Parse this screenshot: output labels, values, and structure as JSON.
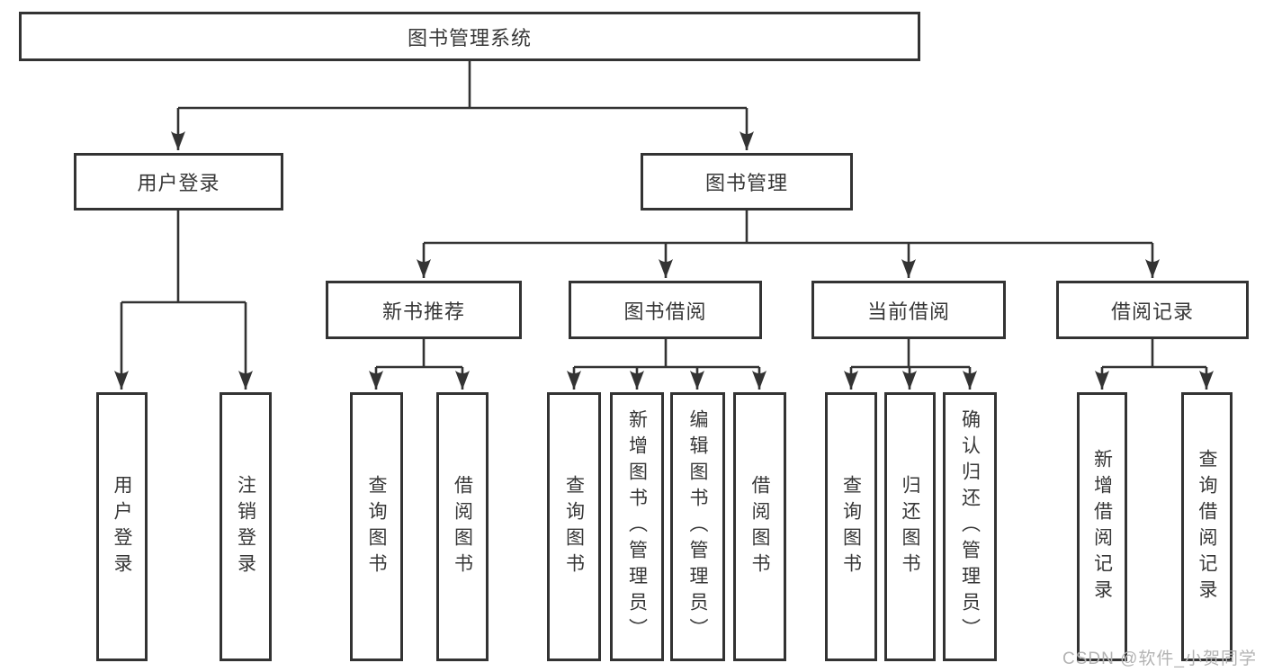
{
  "diagram": {
    "root": "图书管理系统",
    "level2": [
      {
        "label": "用户登录",
        "leaves": [
          "用户登录",
          "注销登录"
        ]
      },
      {
        "label": "图书管理",
        "groups": [
          {
            "label": "新书推荐",
            "leaves": [
              "查询图书",
              "借阅图书"
            ]
          },
          {
            "label": "图书借阅",
            "leaves": [
              "查询图书",
              "新增图书（管理员）",
              "编辑图书（管理员）",
              "借阅图书"
            ]
          },
          {
            "label": "当前借阅",
            "leaves": [
              "查询图书",
              "归还图书",
              "确认归还（管理员）"
            ]
          },
          {
            "label": "借阅记录",
            "leaves": [
              "新增借阅记录",
              "查询借阅记录"
            ]
          }
        ]
      }
    ]
  },
  "watermark": "CSDN @软件_小贺同学",
  "colors": {
    "line": "#333333",
    "text": "#373737",
    "watermark": "#b3b3b3",
    "background": "#ffffff"
  }
}
